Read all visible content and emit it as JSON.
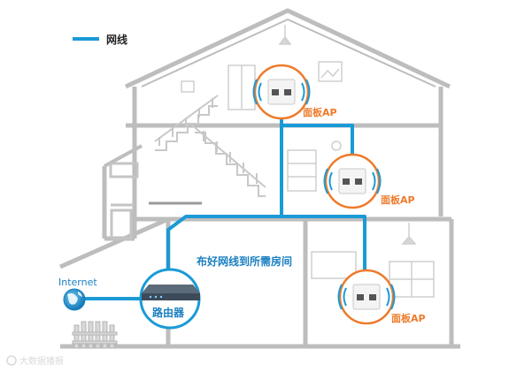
{
  "legend": {
    "label": "网线"
  },
  "nodes": {
    "internet": {
      "label": "Internet"
    },
    "router": {
      "label": "路由器"
    },
    "ap_top": {
      "label": "面板AP"
    },
    "ap_middle": {
      "label": "面板AP"
    },
    "ap_bottom": {
      "label": "面板AP"
    }
  },
  "annotation": {
    "label": "布好网线到所需房间"
  },
  "watermark": {
    "label": "大数据播报"
  },
  "colors": {
    "cable": "#1a9ad6",
    "ap_label": "#ee7a2a",
    "text_blue": "#1a7fc1",
    "house_line": "#b9b9b9",
    "router_body": "#3c4a5a"
  }
}
